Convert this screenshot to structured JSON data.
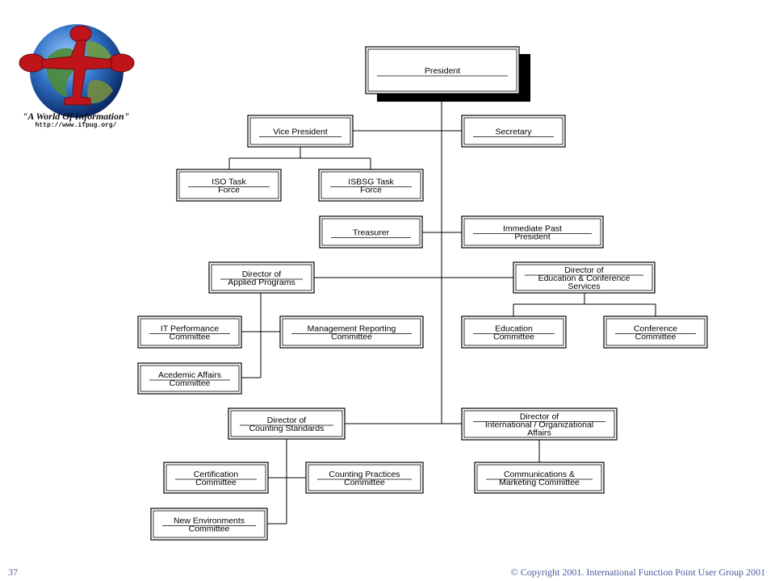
{
  "logo": {
    "tagline": "\"A World Of Information\"",
    "url": "http://www.ifpug.org/"
  },
  "org_chart": {
    "president": [
      "President"
    ],
    "vice_president": [
      "Vice President"
    ],
    "secretary": [
      "Secretary"
    ],
    "iso_task_force": [
      "ISO Task",
      "Force"
    ],
    "isbsg_task_force": [
      "ISBSG Task",
      "Force"
    ],
    "treasurer": [
      "Treasurer"
    ],
    "immediate_past_president": [
      "Immediate Past",
      "President"
    ],
    "director_applied_programs": [
      "Director of",
      "Applied Programs"
    ],
    "director_education_conference": [
      "Director of",
      "Education & Conference",
      "Services"
    ],
    "it_performance_committee": [
      "IT Performance",
      "Committee"
    ],
    "management_reporting_committee": [
      "Management Reporting",
      "Committee"
    ],
    "education_committee": [
      "Education",
      "Committee"
    ],
    "conference_committee": [
      "Conference",
      "Committee"
    ],
    "academic_affairs_committee": [
      "Acedemic Affairs",
      "Committee"
    ],
    "director_counting_standards": [
      "Director of",
      "Counting Standards"
    ],
    "director_international_affairs": [
      "Director of",
      "International / Organizational",
      "Affairs"
    ],
    "certification_committee": [
      "Certification",
      "Committee"
    ],
    "counting_practices_committee": [
      "Counting Practices",
      "Committee"
    ],
    "communications_marketing_committee": [
      "Communications &",
      "Marketing Committee"
    ],
    "new_environments_committee": [
      "New Environments",
      "Committee"
    ]
  },
  "footer": {
    "page_number": "37",
    "copyright": "© Copyright 2001. International Function Point User Group 2001"
  }
}
